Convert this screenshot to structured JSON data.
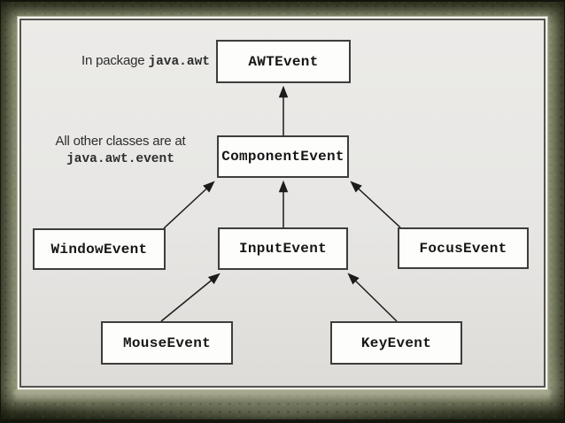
{
  "slide": {
    "frame_color": "#5a5f45",
    "panel_color": "#e7e6e4",
    "box_fill_color": "#fdfdfb",
    "box_border_color": "#3d3d3a",
    "arrow_color": "#1b1b1b"
  },
  "notes": {
    "package_note": {
      "prefix": "In package",
      "code": "java.awt"
    },
    "location_note": {
      "line1": "All other classes are at",
      "code": "java.awt.event"
    }
  },
  "diagram": {
    "type": "class-hierarchy",
    "nodes": [
      {
        "id": "awt-event",
        "label": "AWTEvent"
      },
      {
        "id": "component-event",
        "label": "ComponentEvent"
      },
      {
        "id": "window-event",
        "label": "WindowEvent"
      },
      {
        "id": "input-event",
        "label": "InputEvent"
      },
      {
        "id": "focus-event",
        "label": "FocusEvent"
      },
      {
        "id": "mouse-event",
        "label": "MouseEvent"
      },
      {
        "id": "key-event",
        "label": "KeyEvent"
      }
    ],
    "edges": [
      {
        "from": "ComponentEvent",
        "to": "AWTEvent"
      },
      {
        "from": "WindowEvent",
        "to": "ComponentEvent"
      },
      {
        "from": "InputEvent",
        "to": "ComponentEvent"
      },
      {
        "from": "FocusEvent",
        "to": "ComponentEvent"
      },
      {
        "from": "MouseEvent",
        "to": "InputEvent"
      },
      {
        "from": "KeyEvent",
        "to": "InputEvent"
      }
    ]
  }
}
